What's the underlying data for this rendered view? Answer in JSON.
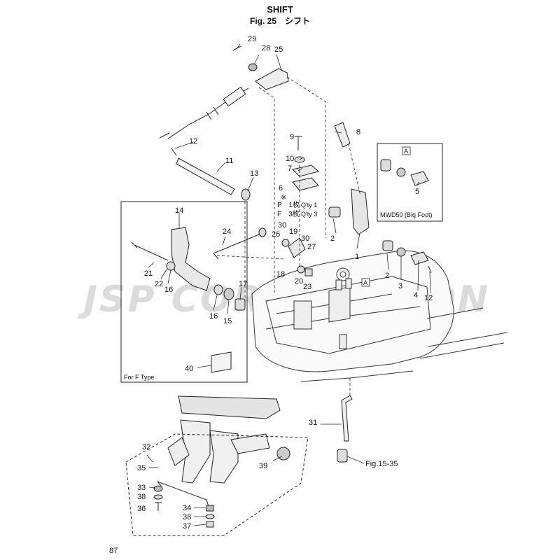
{
  "header": {
    "title": "SHIFT",
    "figure": "Fig. 25　シフト"
  },
  "watermark": "JSP CORPORATION",
  "page_number": "87",
  "panels": {
    "inset_label": "MWD50 (Big Foot)",
    "ftype_label": "For F Type"
  },
  "qty_note": {
    "mark": "※",
    "p_line": "P　1枚",
    "f_line": "F　3枚",
    "p_qty": "Q'ty 1",
    "f_qty": "Q'ty 3"
  },
  "ref_label": "A",
  "fig_ref": "Fig.15-35",
  "callouts": {
    "n1": "1",
    "n2": "2",
    "n2b": "2",
    "n3": "3",
    "n4": "4",
    "n5": "5",
    "n6": "6",
    "n7": "7",
    "n8": "8",
    "n9": "9",
    "n10": "10",
    "n11": "11",
    "n12": "12",
    "n12b": "12",
    "n13": "13",
    "n14": "14",
    "n15": "15",
    "n16": "16",
    "n16b": "16",
    "n17": "17",
    "n18": "18",
    "n19": "19",
    "n20": "20",
    "n21": "21",
    "n22": "22",
    "n23": "23",
    "n24": "24",
    "n25": "25",
    "n26": "26",
    "n27": "27",
    "n28": "28",
    "n29": "29",
    "n30": "30",
    "n30b": "30",
    "n31": "31",
    "n32": "32",
    "n33": "33",
    "n34": "34",
    "n35": "35",
    "n36": "36",
    "n37": "37",
    "n38": "38",
    "n38b": "38",
    "n39": "39",
    "n40": "40"
  }
}
